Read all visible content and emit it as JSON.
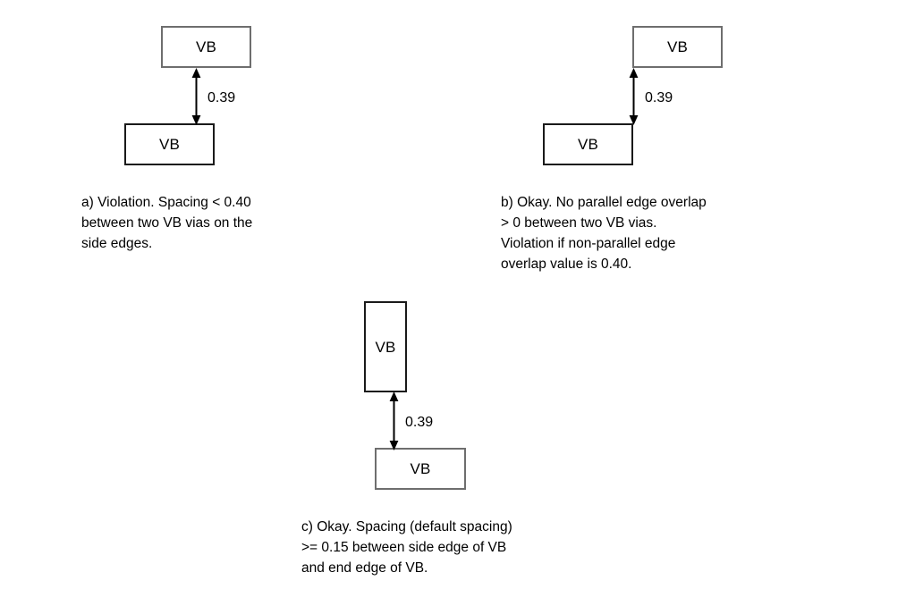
{
  "figure": {
    "background_color": "#ffffff",
    "box_border_color": "#6e6e6e",
    "box_border_color_dark": "#1a1a1a",
    "text_color": "#000000"
  },
  "panels": [
    {
      "id": "a",
      "boxes": [
        {
          "label": "VB",
          "role": "upper-via"
        },
        {
          "label": "VB",
          "role": "lower-via"
        }
      ],
      "dimension": {
        "value": "0.39"
      },
      "caption": "a) Violation. Spacing < 0.40\nbetween two VB vias on the\nside edges."
    },
    {
      "id": "b",
      "boxes": [
        {
          "label": "VB",
          "role": "upper-via"
        },
        {
          "label": "VB",
          "role": "lower-via"
        }
      ],
      "dimension": {
        "value": "0.39"
      },
      "caption": "b) Okay. No parallel edge overlap\n> 0  between two VB vias.\nViolation if non-parallel edge\noverlap value is 0.40."
    },
    {
      "id": "c",
      "boxes": [
        {
          "label": "VB",
          "role": "upper-via-vertical"
        },
        {
          "label": "VB",
          "role": "lower-via-horizontal"
        }
      ],
      "dimension": {
        "value": "0.39"
      },
      "caption": "c) Okay. Spacing (default spacing)\n>= 0.15 between side edge of VB\nand end edge of VB."
    }
  ]
}
